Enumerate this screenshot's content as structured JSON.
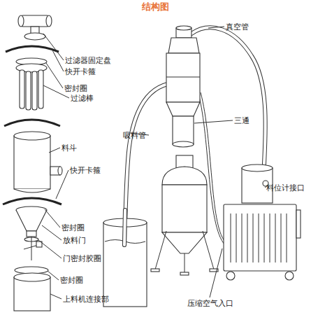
{
  "diagram": {
    "title": "结构图",
    "labels": [
      "真空管",
      "过滤器固定盘",
      "快开卡箍",
      "密封圈",
      "过滤棒",
      "三通",
      "吸料管",
      "料斗",
      "快开卡箍",
      "料位计接口",
      "密封圈",
      "放料门",
      "门密封胶圈",
      "密封圈",
      "上料机连接部",
      "压缩空气入口"
    ]
  }
}
